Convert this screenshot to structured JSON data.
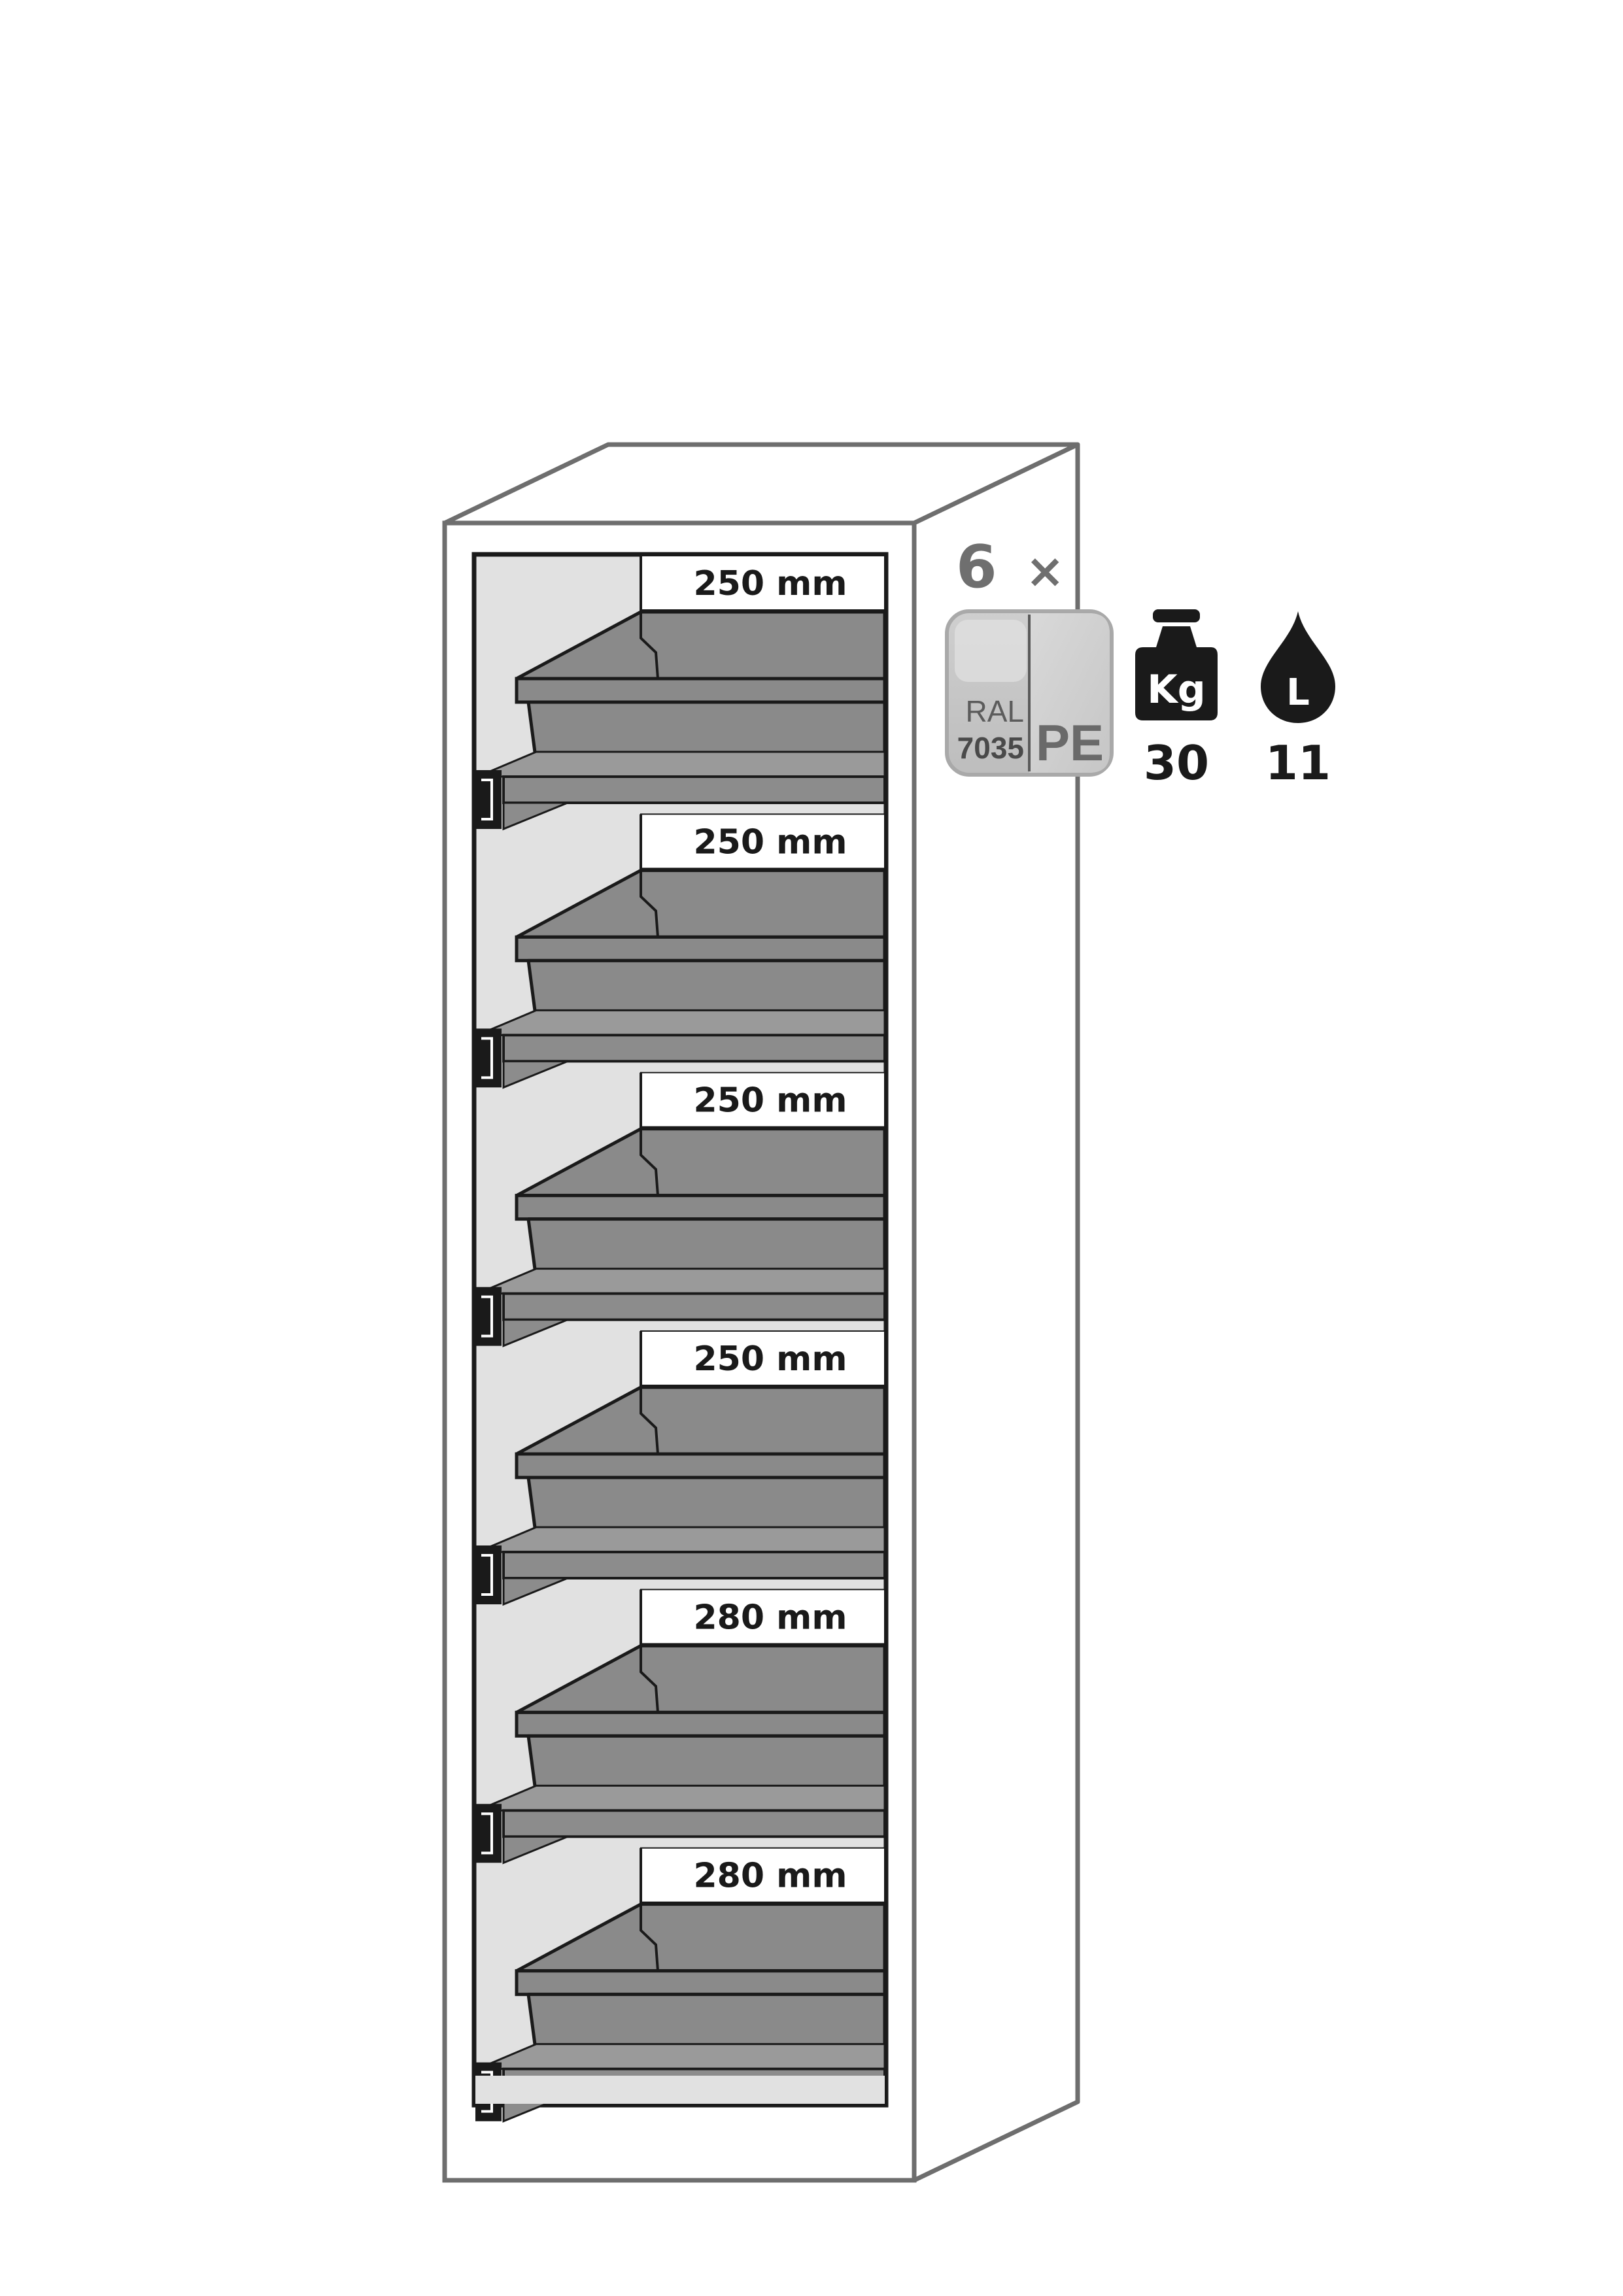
{
  "cabinet": {
    "compartments": [
      {
        "height_label": "250 mm"
      },
      {
        "height_label": "250 mm"
      },
      {
        "height_label": "250 mm"
      },
      {
        "height_label": "250 mm"
      },
      {
        "height_label": "280 mm"
      },
      {
        "height_label": "280 mm"
      }
    ]
  },
  "specs": {
    "quantity": "6",
    "quantity_symbol": "×",
    "material_badge": {
      "ral_label": "RAL",
      "ral_code": "7035",
      "material": "PE"
    },
    "weight": {
      "icon": "weight-icon",
      "unit": "Kg",
      "value": "30"
    },
    "volume": {
      "icon": "drop-icon",
      "unit": "L",
      "value": "11"
    }
  },
  "colors": {
    "outline": "#6e6e6e",
    "tray": "#8a8a8a",
    "back_wall": "#e1e1e1",
    "ink": "#1a1a1a"
  }
}
